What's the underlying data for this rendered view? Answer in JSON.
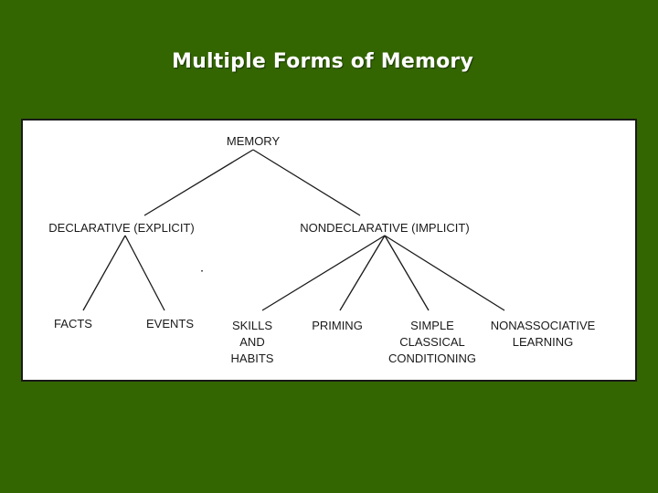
{
  "slide": {
    "title": "Multiple Forms of Memory",
    "background_color": "#336600"
  },
  "diagram": {
    "root": {
      "lines": [
        "MEMORY"
      ]
    },
    "declarative": {
      "lines": [
        "DECLARATIVE (EXPLICIT)"
      ]
    },
    "nondeclarative": {
      "lines": [
        "NONDECLARATIVE (IMPLICIT)"
      ]
    },
    "facts": {
      "lines": [
        "FACTS"
      ]
    },
    "events": {
      "lines": [
        "EVENTS"
      ]
    },
    "skills": {
      "lines": [
        "SKILLS",
        "AND",
        "HABITS"
      ]
    },
    "priming": {
      "lines": [
        "PRIMING"
      ]
    },
    "classical": {
      "lines": [
        "SIMPLE",
        "CLASSICAL",
        "CONDITIONING"
      ]
    },
    "nonassociative": {
      "lines": [
        "NONASSOCIATIVE",
        "LEARNING"
      ]
    }
  }
}
